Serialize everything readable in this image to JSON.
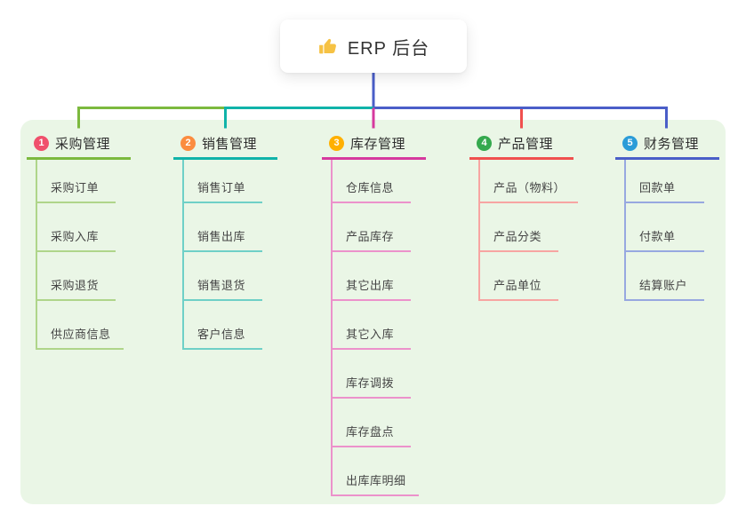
{
  "root": {
    "label": "ERP 后台",
    "icon": "thumbs-up-icon",
    "icon_color": "#F6C244"
  },
  "connector_color": "#4A5EC8",
  "panel_bg": "#EAF6E6",
  "branches": [
    {
      "num": "1",
      "title": "采购管理",
      "color": "#7CB93E",
      "light": "#AFD58A",
      "badge": "#F0506C",
      "children": [
        "采购订单",
        "采购入库",
        "采购退货",
        "供应商信息"
      ]
    },
    {
      "num": "2",
      "title": "销售管理",
      "color": "#10B3A9",
      "light": "#6FD0C7",
      "badge": "#FB8C3F",
      "children": [
        "销售订单",
        "销售出库",
        "销售退货",
        "客户信息"
      ]
    },
    {
      "num": "3",
      "title": "库存管理",
      "color": "#D6399E",
      "light": "#EC92CB",
      "badge": "#FFB000",
      "children": [
        "仓库信息",
        "产品库存",
        "其它出库",
        "其它入库",
        "库存调拨",
        "库存盘点",
        "出库库明细"
      ]
    },
    {
      "num": "4",
      "title": "产品管理",
      "color": "#F0504E",
      "light": "#F7A5A2",
      "badge": "#35A94E",
      "children": [
        "产品（物料）",
        "产品分类",
        "产品单位"
      ]
    },
    {
      "num": "5",
      "title": "财务管理",
      "color": "#4A5EC8",
      "light": "#97A8E0",
      "badge": "#2B9CD8",
      "children": [
        "回款单",
        "付款单",
        "结算账户"
      ]
    }
  ]
}
